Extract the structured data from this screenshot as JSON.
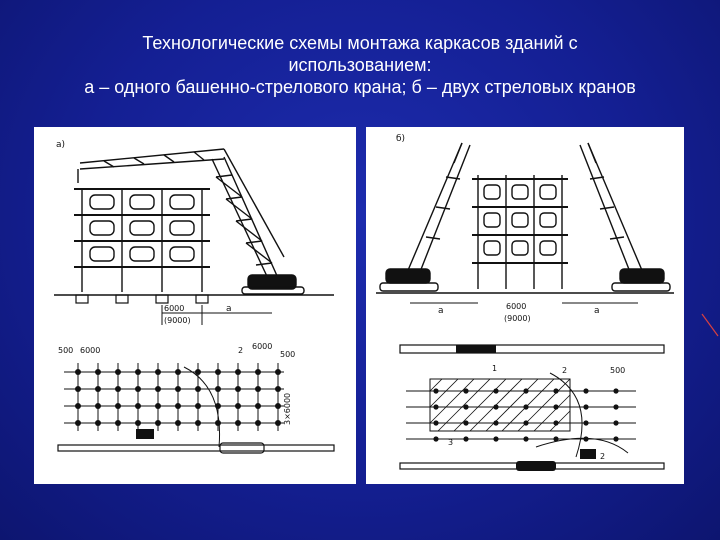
{
  "title": {
    "line1": "Технологические схемы монтажа каркасов зданий с",
    "line2": "использованием:",
    "line3": "а – одного башенно-стрелового крана; б – двух стреловых кранов"
  },
  "panel_a": {
    "label": "а)",
    "dim_6000": "6000",
    "dim_9000": "(9000)",
    "dim_a": "a",
    "plan_500": "500",
    "plan_6000": "6000",
    "plan_2": "2",
    "plan_6000_right": "6000",
    "plan_500_right": "500",
    "plan_3x6000": "3×6000"
  },
  "panel_b": {
    "label": "б)",
    "dim_a_left": "a",
    "dim_6000": "6000",
    "dim_9000": "(9000)",
    "dim_a_right": "a",
    "plan_1": "1",
    "plan_2": "2",
    "plan_500": "500",
    "plan_3": "3",
    "plan_2b": "2"
  },
  "colors": {
    "background": "#141f93",
    "title_text": "#ffffff",
    "panel": "#ffffff",
    "ink": "#111111"
  }
}
